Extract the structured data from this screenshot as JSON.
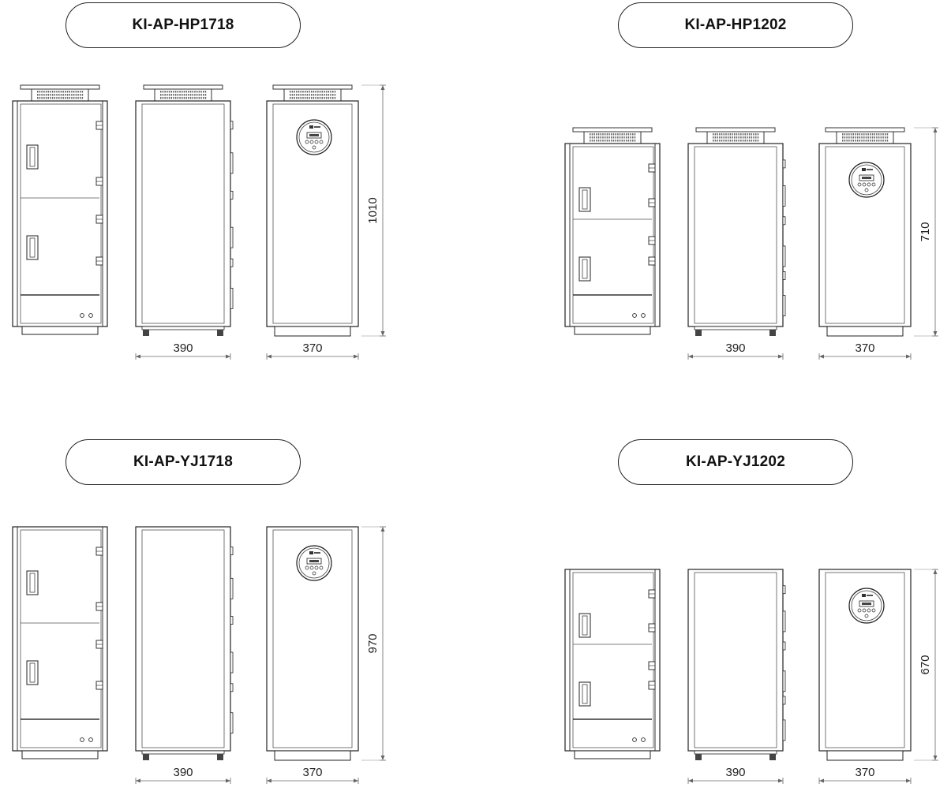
{
  "products": [
    {
      "model": "KI-AP-HP1718",
      "width_dim": "390",
      "depth_dim": "370",
      "height_dim": "1010"
    },
    {
      "model": "KI-AP-HP1202",
      "width_dim": "390",
      "depth_dim": "370",
      "height_dim": "710"
    },
    {
      "model": "KI-AP-YJ1718",
      "width_dim": "390",
      "depth_dim": "370",
      "height_dim": "970"
    },
    {
      "model": "KI-AP-YJ1202",
      "width_dim": "390",
      "depth_dim": "370",
      "height_dim": "670"
    }
  ]
}
